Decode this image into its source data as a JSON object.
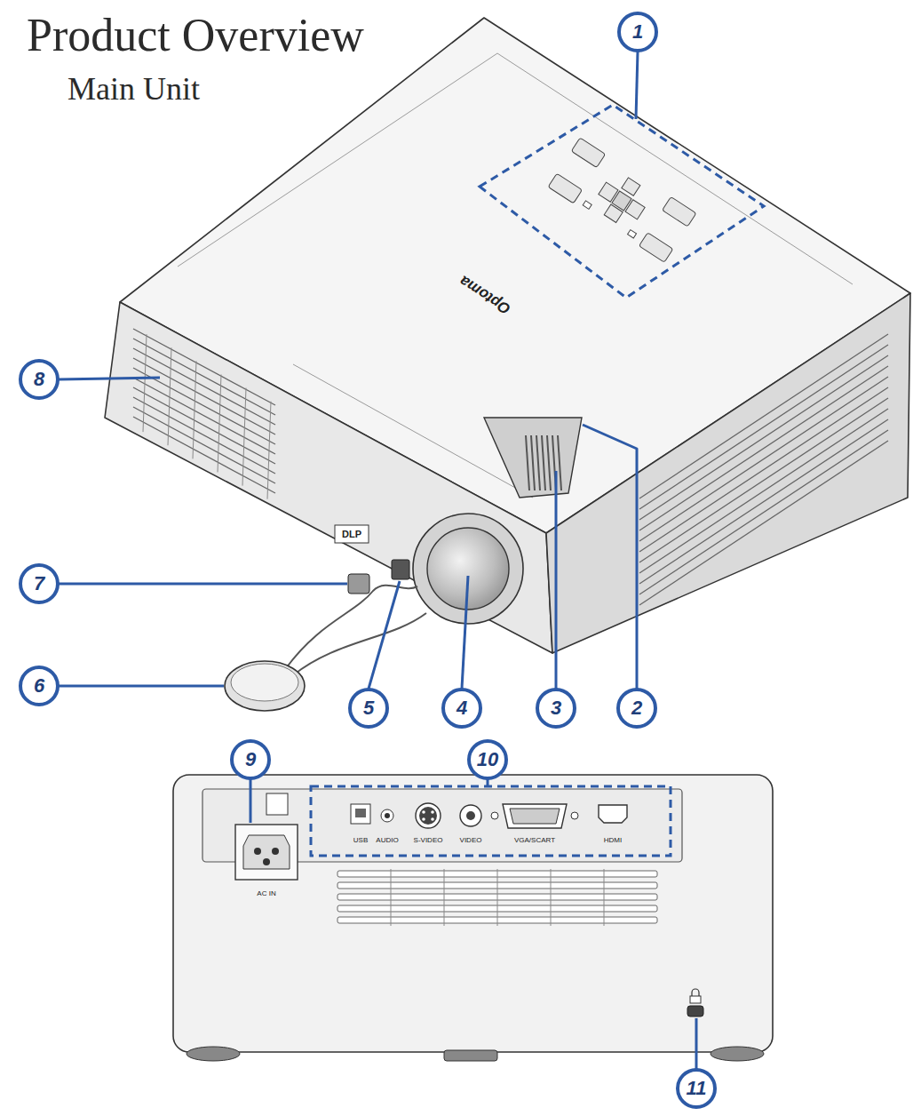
{
  "diagram": {
    "title": "Product Overview",
    "nodes": [
      {
        "text": [
          "1"
        ]
      },
      {
        "text": [
          "2"
        ]
      },
      {
        "text": [
          "3"
        ]
      },
      {
        "text": [
          "4"
        ]
      },
      {
        "text": [
          "5"
        ]
      },
      {
        "text": [
          "6"
        ]
      },
      {
        "text": [
          "7"
        ]
      },
      {
        "text": [
          "8"
        ]
      },
      {
        "text": [
          "9"
        ]
      },
      {
        "text": [
          "10"
        ]
      },
      {
        "text": [
          "11"
        ]
      }
    ],
    "labels": [
      "Main Unit",
      "Optoma",
      "DLP",
      "USB",
      "AUDIO",
      "S-VIDEO",
      "VIDEO",
      "VGA/SCART",
      "HDMI",
      "AC IN"
    ]
  }
}
